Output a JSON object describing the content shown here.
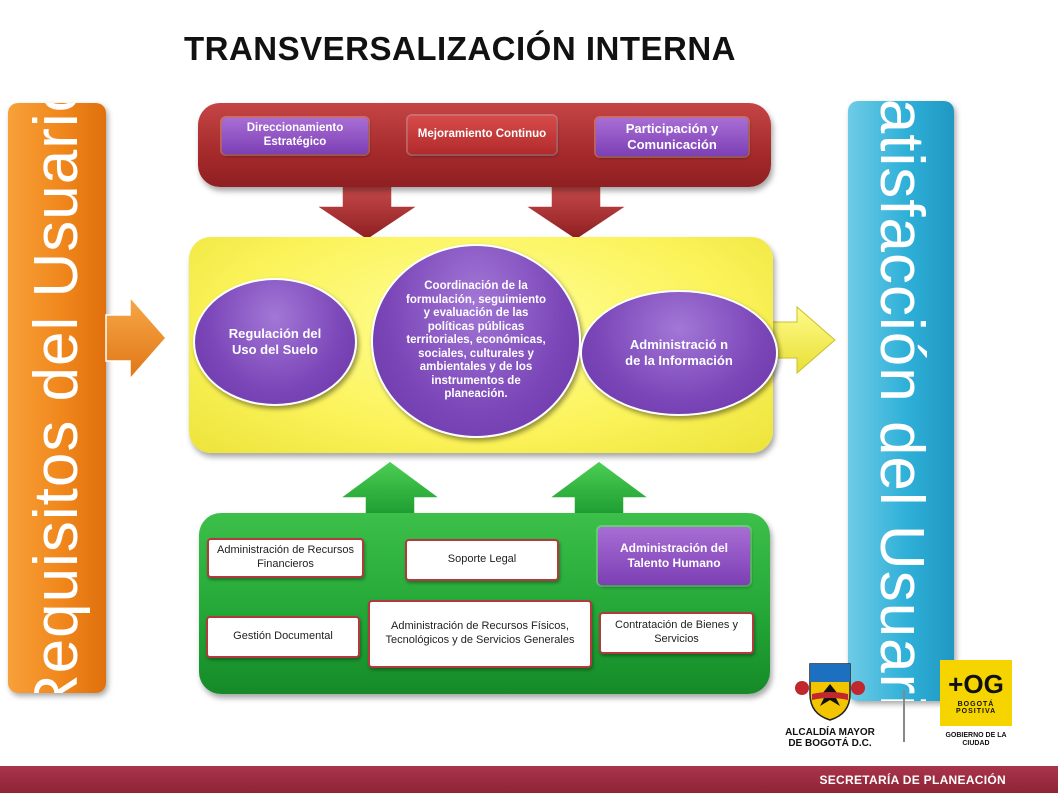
{
  "title": "TRANSVERSALIZACIÓN INTERNA",
  "left_bar": {
    "label": "Requisitos del Usuario",
    "color": "#f0871c"
  },
  "right_bar": {
    "label": "Satisfacción del Usuario",
    "color": "#2fb0d8"
  },
  "top_panel": {
    "color": "#a52a2c",
    "items": [
      {
        "label": "Direccionamiento Estratégico"
      },
      {
        "label": "Mejoramiento Continuo"
      },
      {
        "label": "Participación y Comunicación"
      }
    ]
  },
  "mid_panel": {
    "color": "#fbf35a",
    "items": [
      {
        "label": "Regulación del Uso del Suelo"
      },
      {
        "label": "Coordinación de la formulación, seguimiento y evaluación de las políticas públicas territoriales, económicas, sociales, culturales y ambientales y de los instrumentos de planeación."
      },
      {
        "label": "Administració n de la Información"
      }
    ]
  },
  "bottom_panel": {
    "color": "#22a535",
    "items": [
      {
        "label": "Administración de Recursos Financieros"
      },
      {
        "label": "Soporte Legal"
      },
      {
        "label": "Administración del Talento Humano"
      },
      {
        "label": "Gestión Documental"
      },
      {
        "label": "Administración de Recursos Físicos, Tecnológicos y de Servicios Generales"
      },
      {
        "label": "Contratación de Bienes y Servicios"
      }
    ]
  },
  "logos": {
    "alcaldia": "ALCALDÍA MAYOR DE BOGOTÁ D.C.",
    "bogota": "BOGOTÁ POSITIVA",
    "bogota_sub": "GOBIERNO DE LA CIUDAD",
    "bogota_mark": "+OG"
  },
  "footer": {
    "label": "SECRETARÍA DE PLANEACIÓN"
  }
}
